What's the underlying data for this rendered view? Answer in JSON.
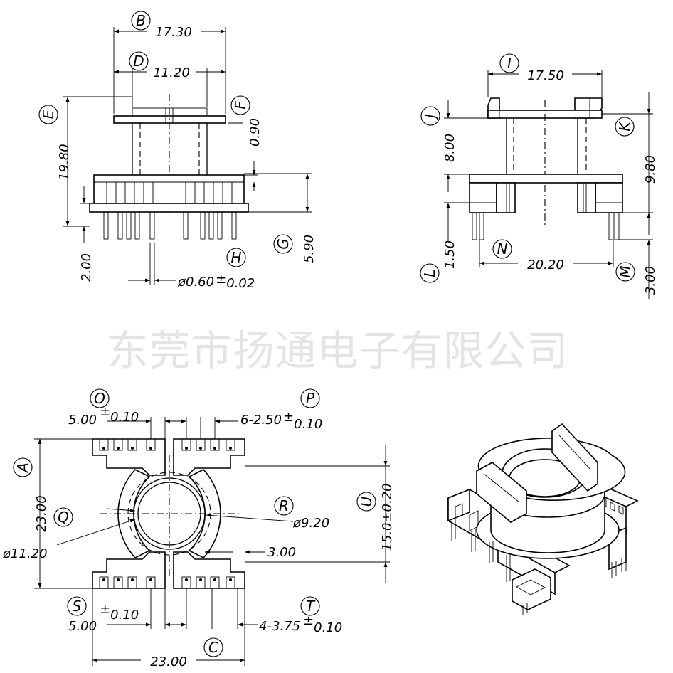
{
  "watermark": "东莞市扬通电子有限公司",
  "labels": {
    "A": "A",
    "B": "B",
    "C": "C",
    "D": "D",
    "E": "E",
    "F": "F",
    "G": "G",
    "H": "H",
    "I": "I",
    "J": "J",
    "K": "K",
    "L": "L",
    "M": "M",
    "N": "N",
    "O": "O",
    "P": "P",
    "Q": "Q",
    "R": "R",
    "S": "S",
    "T": "T",
    "U": "U"
  },
  "dims": {
    "B": "17.30",
    "D": "11.20",
    "E": "19.80",
    "F": "0.90",
    "G": "5.90",
    "H_main": "ø0.60",
    "H_tol": "0.02",
    "left_pin": "2.00",
    "I": "17.50",
    "J": "8.00",
    "K": "9.80",
    "L": "1.50",
    "M": "3.00",
    "N": "20.20",
    "O_main": "5.00",
    "O_tol": "0.10",
    "P_main": "6-2.50",
    "P_tol": "0.10",
    "A": "23.00",
    "Q": "ø11.20",
    "R": "ø9.20",
    "U": "15.0±0.20",
    "gap": "3.00",
    "S_main": "5.00",
    "S_tol": "0.10",
    "T_main": "4-3.75",
    "T_tol": "0.10",
    "C": "23.00",
    "pm": "±"
  }
}
